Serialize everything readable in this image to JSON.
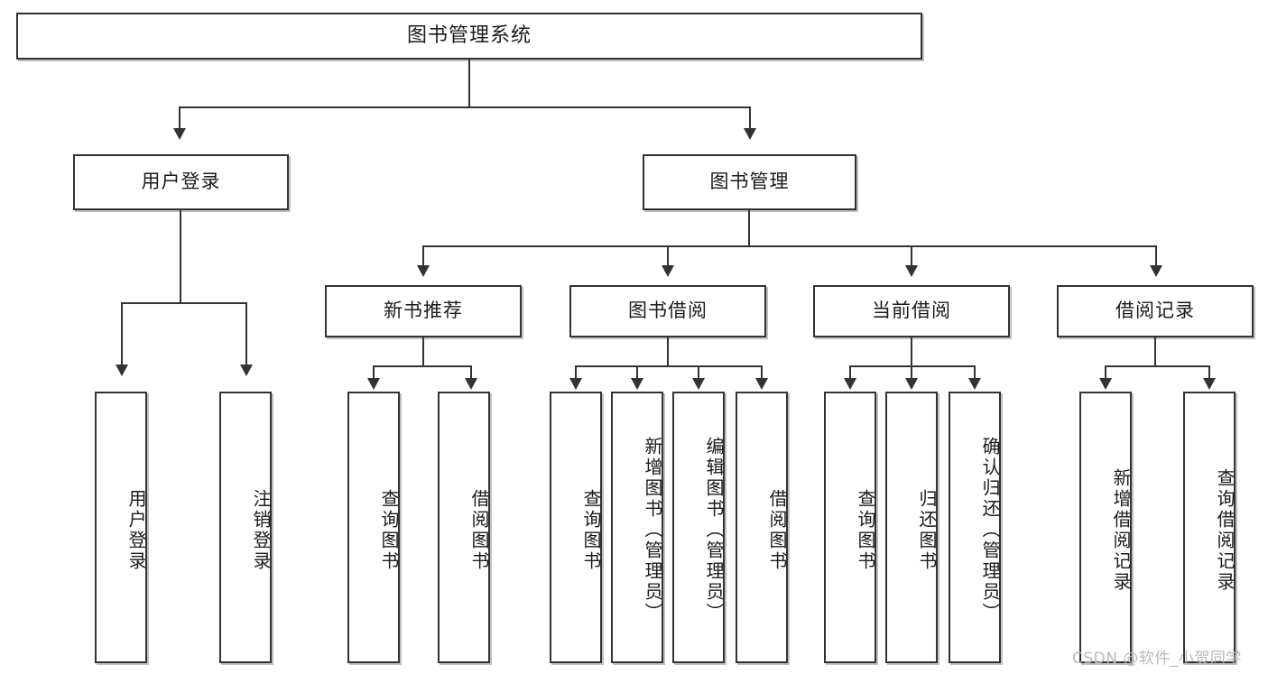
{
  "diagram": {
    "type": "tree-hierarchy-chart",
    "title": "图书管理系统",
    "watermark": "CSDN @软件_小贺同学",
    "colors": {
      "box_border": "#333333",
      "box_fill": "#ffffff",
      "connector": "#333333",
      "background": "#ffffff",
      "watermark": "#b9b9b9"
    },
    "nodes": {
      "root": {
        "label": "图书管理系统"
      },
      "level1": [
        {
          "label": "用户登录"
        },
        {
          "label": "图书管理"
        }
      ],
      "level2": [
        {
          "label": "新书推荐"
        },
        {
          "label": "图书借阅"
        },
        {
          "label": "当前借阅"
        },
        {
          "label": "借阅记录"
        }
      ],
      "leaves": {
        "user_login": [
          {
            "label": "用户登录"
          },
          {
            "label": "注销登录"
          }
        ],
        "new_book_recommend": [
          {
            "label": "查询图书"
          },
          {
            "label": "借阅图书"
          }
        ],
        "book_borrow": [
          {
            "label": "查询图书"
          },
          {
            "label": "新增图书（管理员）"
          },
          {
            "label": "编辑图书（管理员）"
          },
          {
            "label": "借阅图书"
          }
        ],
        "current_borrow": [
          {
            "label": "查询图书"
          },
          {
            "label": "归还图书"
          },
          {
            "label": "确认归还（管理员）"
          }
        ],
        "borrow_record": [
          {
            "label": "新增借阅记录"
          },
          {
            "label": "查询借阅记录"
          }
        ]
      }
    },
    "edges": [
      {
        "from": "图书管理系统",
        "to": "用户登录"
      },
      {
        "from": "图书管理系统",
        "to": "图书管理"
      },
      {
        "from": "图书管理",
        "to": "新书推荐"
      },
      {
        "from": "图书管理",
        "to": "图书借阅"
      },
      {
        "from": "图书管理",
        "to": "当前借阅"
      },
      {
        "from": "图书管理",
        "to": "借阅记录"
      },
      {
        "from": "用户登录",
        "to": "用户登录"
      },
      {
        "from": "用户登录",
        "to": "注销登录"
      },
      {
        "from": "新书推荐",
        "to": "查询图书"
      },
      {
        "from": "新书推荐",
        "to": "借阅图书"
      },
      {
        "from": "图书借阅",
        "to": "查询图书"
      },
      {
        "from": "图书借阅",
        "to": "新增图书（管理员）"
      },
      {
        "from": "图书借阅",
        "to": "编辑图书（管理员）"
      },
      {
        "from": "图书借阅",
        "to": "借阅图书"
      },
      {
        "from": "当前借阅",
        "to": "查询图书"
      },
      {
        "from": "当前借阅",
        "to": "归还图书"
      },
      {
        "from": "当前借阅",
        "to": "确认归还（管理员）"
      },
      {
        "from": "借阅记录",
        "to": "新增借阅记录"
      },
      {
        "from": "借阅记录",
        "to": "查询借阅记录"
      }
    ]
  }
}
